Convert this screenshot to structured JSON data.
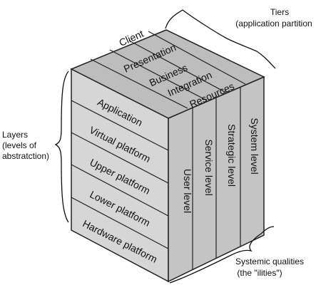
{
  "diagram": {
    "tiers": {
      "title": "Tiers",
      "subtitle": "(application partition",
      "items": [
        "Client",
        "Presentation",
        "Business",
        "Integration",
        "Resources"
      ]
    },
    "layers": {
      "title_lines": [
        "Layers",
        "(levels of",
        "abstratction)"
      ],
      "items": [
        "Application",
        "Virtual platform",
        "Upper platform",
        "Lower platform",
        "Hardware platform"
      ]
    },
    "systemic": {
      "title": "Systemic qualities",
      "subtitle": "(the \"ilities\")",
      "items": [
        "User level",
        "Service level",
        "Strategic level",
        "System level"
      ]
    },
    "colors": {
      "top_face": "#bdbdbd",
      "left_face": "#d6d6d6",
      "right_face": "#c4c4c4",
      "stroke": "#222222"
    }
  }
}
